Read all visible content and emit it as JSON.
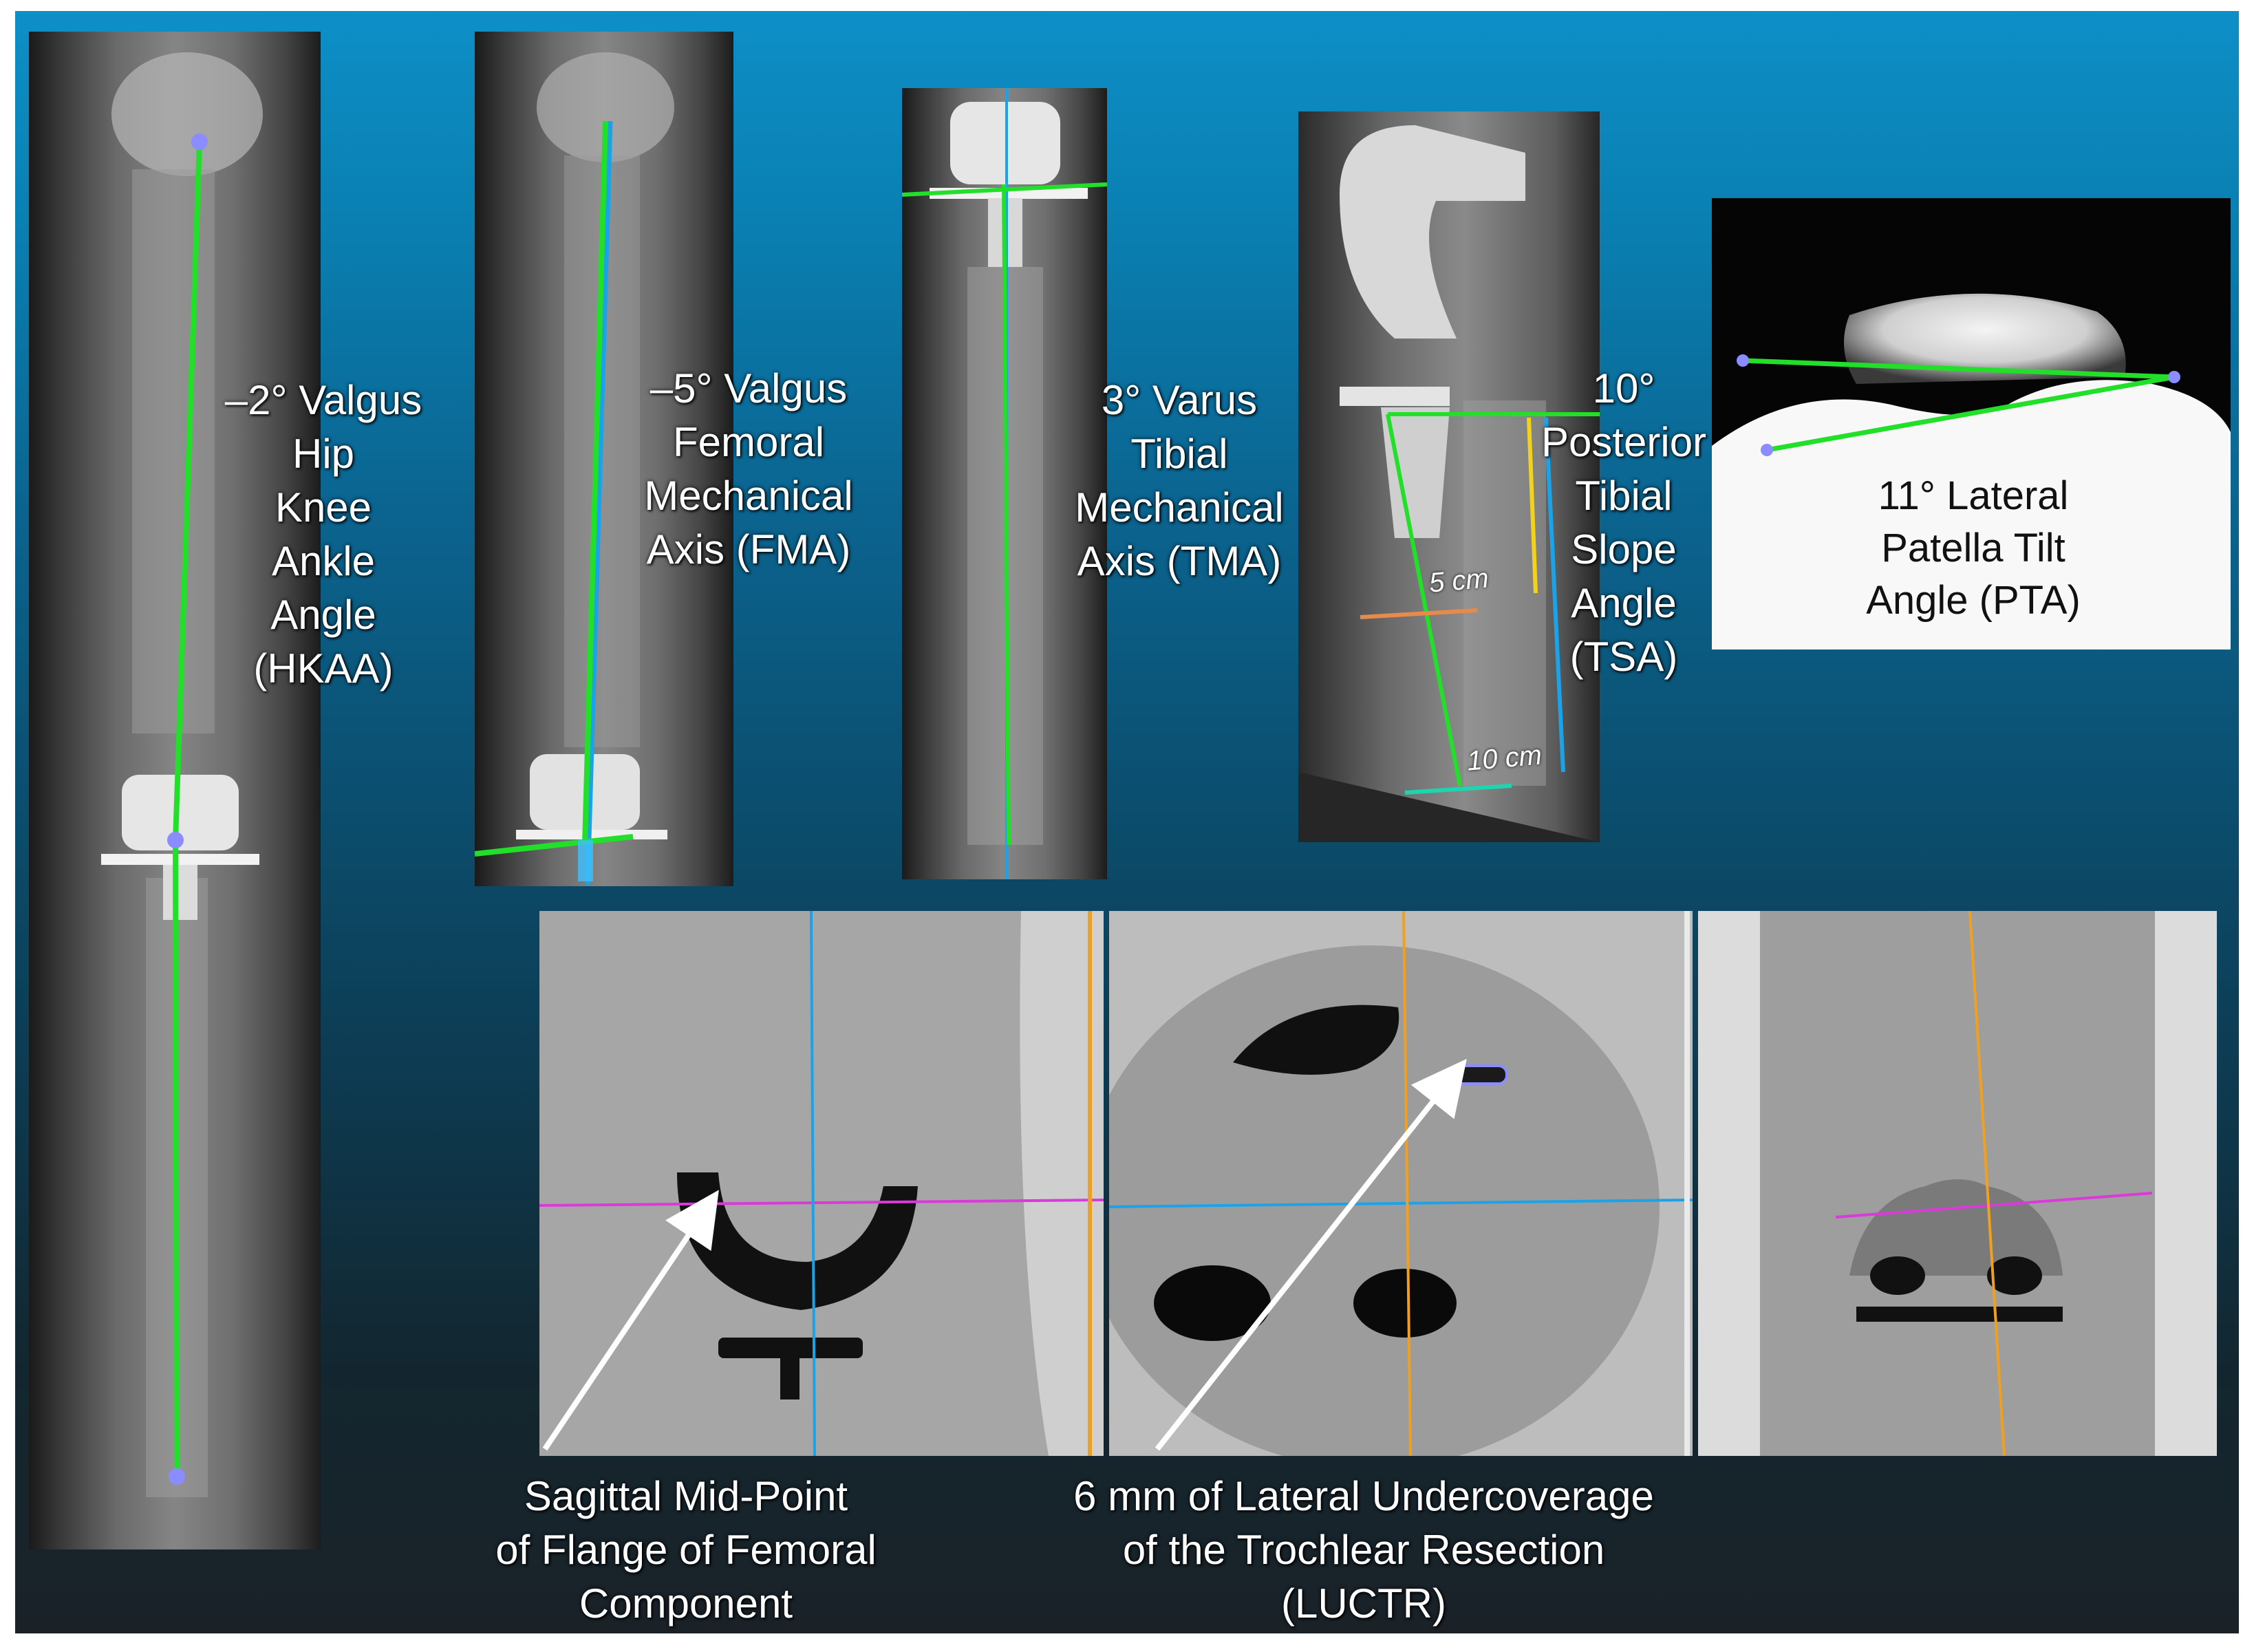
{
  "labels": {
    "hkaa": [
      "–2° Valgus",
      "Hip",
      "Knee",
      "Ankle",
      "Angle",
      "(HKAA)"
    ],
    "fma": [
      "–5° Valgus",
      "Femoral",
      "Mechanical",
      "Axis (FMA)"
    ],
    "tma": [
      "3° Varus",
      "Tibial",
      "Mechanical",
      "Axis (TMA)"
    ],
    "tsa": [
      "10°",
      "Posterior",
      "Tibial",
      "Slope",
      "Angle",
      "(TSA)"
    ],
    "pta": [
      "11° Lateral",
      "Patella Tilt",
      "Angle (PTA)"
    ],
    "flange": [
      "Sagittal Mid-Point",
      "of Flange of Femoral",
      "Component"
    ],
    "luctr": [
      "6 mm of Lateral Undercoverage",
      "of the Trochlear Resection",
      "(LUCTR)"
    ]
  },
  "measurements": {
    "five_cm": "5 cm",
    "ten_cm": "10 cm"
  },
  "colors": {
    "axis_line": "#22e02a",
    "point": "#8a8cff",
    "blue_line": "#1aa3e8",
    "orange_line": "#f0a020",
    "yellow_line": "#f2d21a",
    "magenta_line": "#d93ad9",
    "measure_orange": "#e88b4a",
    "measure_teal": "#1bd6b0"
  }
}
